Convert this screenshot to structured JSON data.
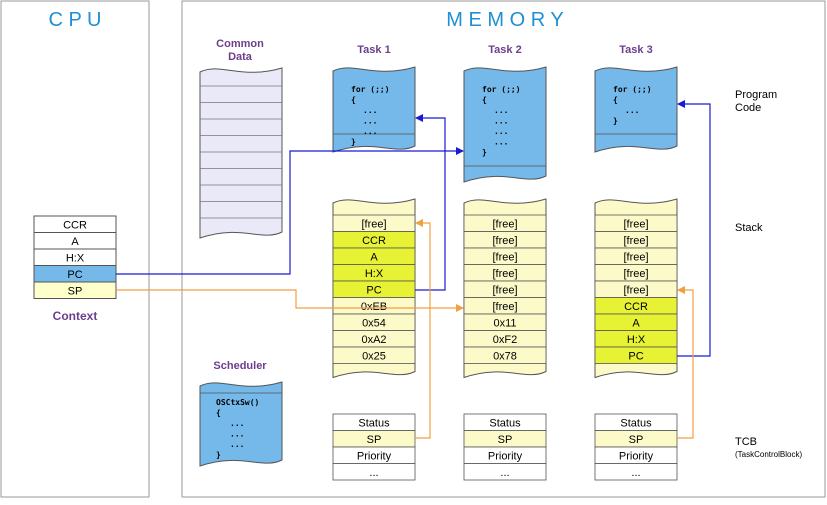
{
  "cpu": {
    "title": "C P U",
    "registers": [
      "CCR",
      "A",
      "H:X",
      "PC",
      "SP"
    ],
    "context_label": "Context"
  },
  "memory": {
    "title": "M E M O R Y",
    "common_data": {
      "label_line1": "Common",
      "label_line2": "Data"
    },
    "tasks": [
      {
        "name": "Task 1",
        "code": [
          "for (;;)",
          "{",
          "...",
          "...",
          "...",
          "}"
        ],
        "stack": [
          "[free]",
          "CCR",
          "A",
          "H:X",
          "PC",
          "0xEB",
          "0x54",
          "0xA2",
          "0x25"
        ]
      },
      {
        "name": "Task 2",
        "code": [
          "for (;;)",
          "{",
          "...",
          "...",
          "...",
          "...",
          "}"
        ],
        "stack": [
          "[free]",
          "[free]",
          "[free]",
          "[free]",
          "[free]",
          "[free]",
          "0x11",
          "0xF2",
          "0x78"
        ]
      },
      {
        "name": "Task 3",
        "code": [
          "for (;;)",
          "{",
          "...",
          "}"
        ],
        "stack": [
          "[free]",
          "[free]",
          "[free]",
          "[free]",
          "[free]",
          "CCR",
          "A",
          "H:X",
          "PC"
        ]
      }
    ],
    "tcb_rows": [
      "Status",
      "SP",
      "Priority",
      "..."
    ],
    "scheduler": {
      "label": "Scheduler",
      "code": [
        "OSCtxSw()",
        "{",
        "...",
        "...",
        "...",
        "}"
      ]
    },
    "right_labels": {
      "program_code_line1": "Program",
      "program_code_line2": "Code",
      "stack": "Stack",
      "tcb": "TCB",
      "tcb_sub": "(TaskControlBlock)"
    }
  },
  "colors": {
    "title_blue": "#1f8fd6",
    "label_purple": "#6b3f8c",
    "code_blue": "#75b8ea",
    "register_pc_blue": "#75b8ea",
    "register_sp_yellow": "#ffffcc",
    "highlight_yellow_green": "#e6f233",
    "stack_cream": "#fdfac9",
    "common_data_lavender": "#e9e9f7",
    "arrow_blue": "#1a1ad6",
    "arrow_orange": "#f0a040"
  }
}
